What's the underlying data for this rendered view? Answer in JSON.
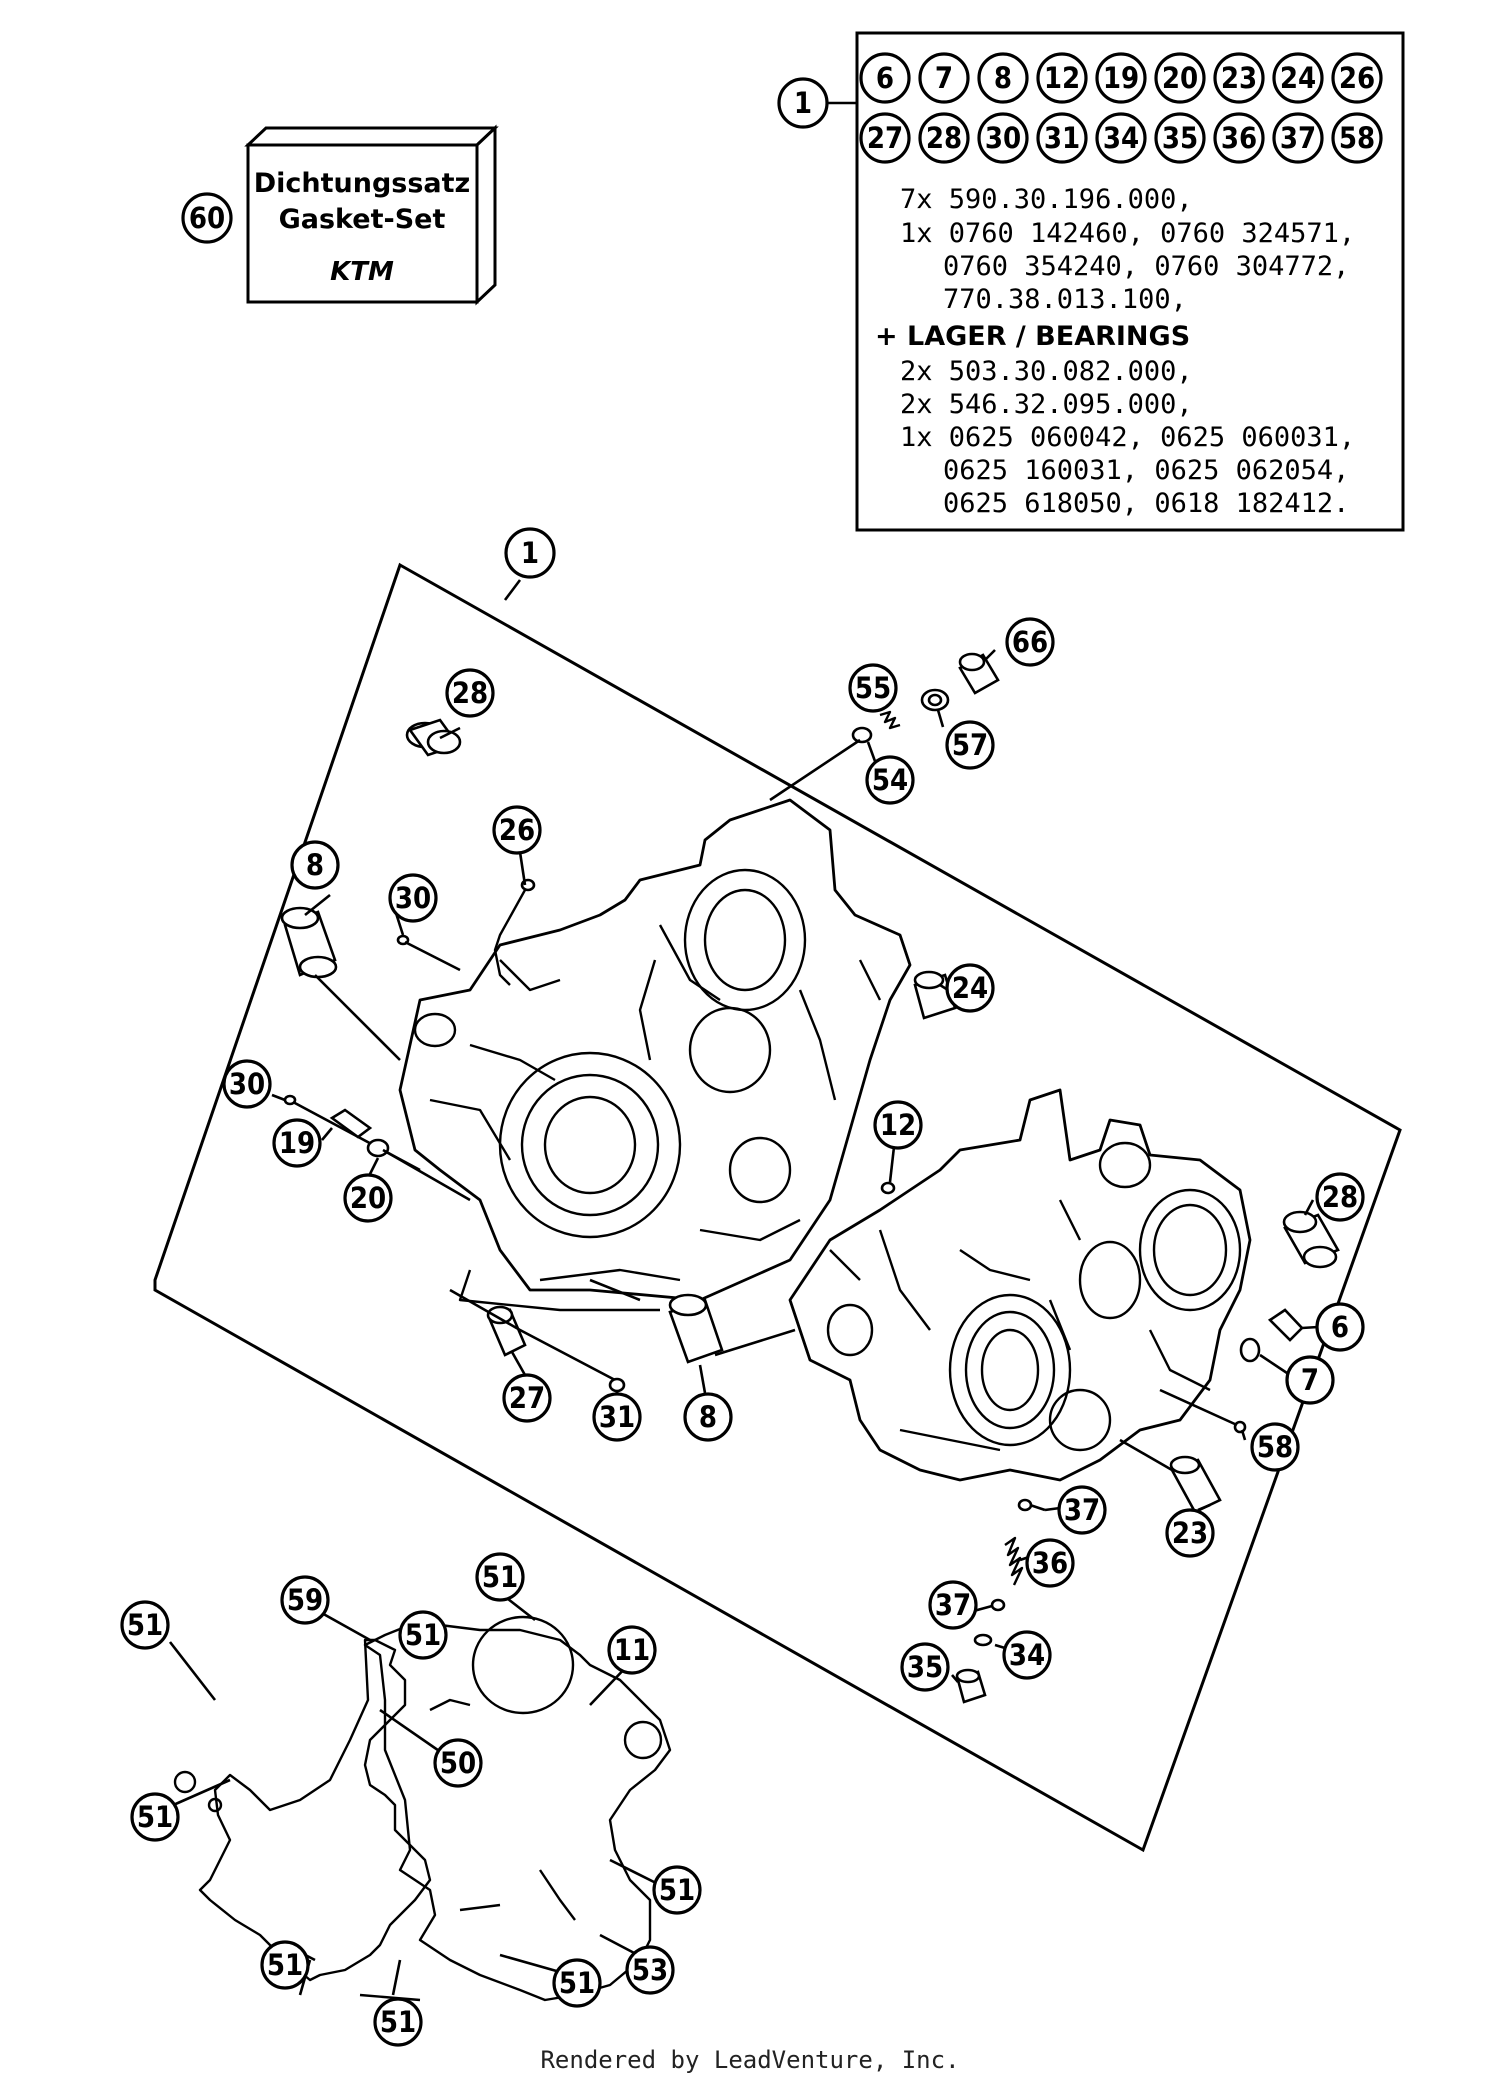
{
  "kit_box": {
    "number": "1",
    "items_row1": [
      "6",
      "7",
      "8",
      "12",
      "19",
      "20",
      "23",
      "24",
      "26"
    ],
    "items_row2": [
      "27",
      "28",
      "30",
      "31",
      "34",
      "35",
      "36",
      "37",
      "58"
    ],
    "lines": [
      "7x 590.30.196.000,",
      "1x 0760 142460, 0760 324571,",
      "0760 354240, 0760 304772,",
      "770.38.013.100,"
    ],
    "bearings_heading": "+ LAGER / BEARINGS",
    "bearing_lines": [
      "2x 503.30.082.000,",
      "2x 546.32.095.000,",
      "1x 0625 060042, 0625 060031,",
      "0625 160031, 0625 062054,",
      "0625 618050, 0618 182412."
    ]
  },
  "gasket_set": {
    "number": "60",
    "line1": "Dichtungssatz",
    "line2": "Gasket-Set",
    "brand": "KTM"
  },
  "callouts": {
    "c1": "1",
    "c28a": "28",
    "c8a": "8",
    "c30a": "30",
    "c26": "26",
    "c30b": "30",
    "c19": "19",
    "c20": "20",
    "c27": "27",
    "c31": "31",
    "c8b": "8",
    "c55": "55",
    "c66": "66",
    "c57": "57",
    "c54": "54",
    "c24": "24",
    "c12": "12",
    "c28b": "28",
    "c6": "6",
    "c7": "7",
    "c58": "58",
    "c37a": "37",
    "c23": "23",
    "c36": "36",
    "c37b": "37",
    "c34": "34",
    "c35": "35",
    "g59": "59",
    "g51a": "51",
    "g51b": "51",
    "g51c": "51",
    "g11": "11",
    "g50": "50",
    "g51d": "51",
    "g51e": "51",
    "g51f": "51",
    "g51g": "51",
    "g51h": "51",
    "g53": "53"
  },
  "footer": "Rendered by LeadVenture, Inc."
}
